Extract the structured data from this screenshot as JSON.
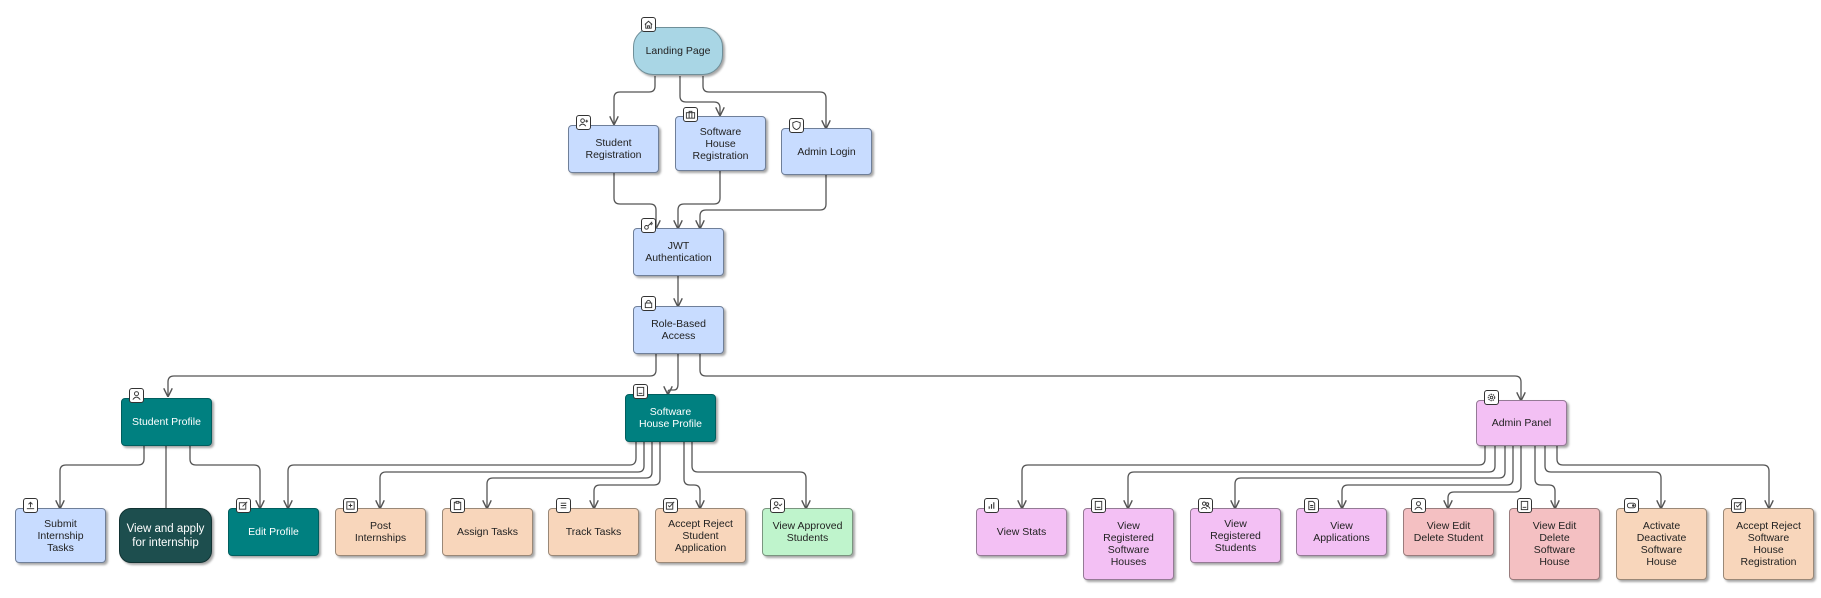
{
  "nodes": {
    "landing": "Landing Page",
    "student_reg": "Student\nRegistration",
    "sh_reg": "Software\nHouse\nRegistration",
    "admin_login": "Admin Login",
    "jwt": "JWT\nAuthentication",
    "rba": "Role-Based\nAccess",
    "student_profile": "Student Profile",
    "sh_profile": "Software\nHouse Profile",
    "admin_panel": "Admin Panel",
    "submit_tasks": "Submit\nInternship\nTasks",
    "view_apply": "View and apply\nfor internship",
    "edit_profile": "Edit Profile",
    "post_internships": "Post\nInternships",
    "assign_tasks": "Assign Tasks",
    "track_tasks": "Track Tasks",
    "accept_reject_student": "Accept Reject\nStudent\nApplication",
    "view_approved": "View Approved\nStudents",
    "view_stats": "View Stats",
    "view_reg_sh": "View\nRegistered\nSoftware\nHouses",
    "view_reg_students": "View\nRegistered\nStudents",
    "view_applications": "View\nApplications",
    "view_edit_delete_student": "View Edit\nDelete Student",
    "view_edit_delete_sh": "View Edit\nDelete\nSoftware\nHouse",
    "activate_deactivate_sh": "Activate\nDeactivate\nSoftware\nHouse",
    "accept_reject_sh": "Accept Reject\nSoftware\nHouse\nRegistration"
  },
  "colors": {
    "blue": "#c8dcff",
    "lightblue": "#a9d6e5",
    "teal": "#008080",
    "darkteal": "#1d4e4e",
    "peach": "#f8d6bb",
    "pink": "#f3c0f4",
    "rose": "#f4c0c2",
    "green": "#bff4cc",
    "edge": "#555555"
  },
  "icons": {
    "landing": "home-icon",
    "student_reg": "user-plus-icon",
    "sh_reg": "briefcase-icon",
    "admin_login": "shield-icon",
    "jwt": "key-icon",
    "rba": "lock-icon",
    "student_profile": "user-icon",
    "sh_profile": "building-icon",
    "admin_panel": "gear-icon",
    "submit_tasks": "upload-icon",
    "edit_profile": "edit-icon",
    "post_internships": "plus-square-icon",
    "assign_tasks": "clipboard-icon",
    "track_tasks": "list-icon",
    "accept_reject_student": "check-square-icon",
    "view_approved": "user-check-icon",
    "view_stats": "bar-chart-icon",
    "view_reg_sh": "building-icon",
    "view_reg_students": "users-icon",
    "view_applications": "file-icon",
    "view_edit_delete_student": "user-icon",
    "view_edit_delete_sh": "building-icon",
    "activate_deactivate_sh": "toggle-icon",
    "accept_reject_sh": "check-square-icon"
  }
}
